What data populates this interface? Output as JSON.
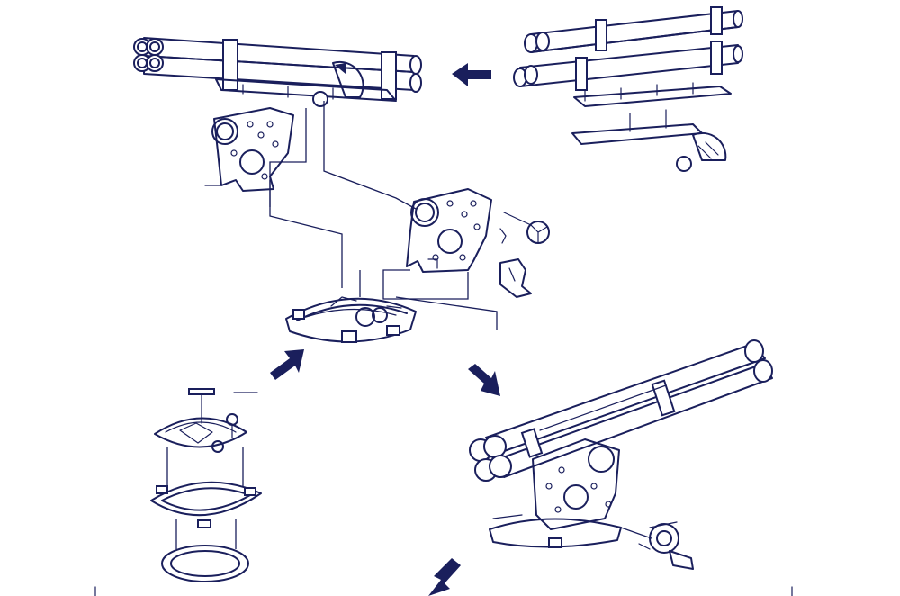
{
  "diagram": {
    "ink_color": "#1a1f5c",
    "background": "#ffffff",
    "arrows": [
      {
        "id": "arrow-to-launcher",
        "direction": "left"
      },
      {
        "id": "arrow-to-turntable",
        "direction": "up-right"
      },
      {
        "id": "arrow-to-assembled",
        "direction": "down-right"
      },
      {
        "id": "arrow-continue",
        "direction": "down-left"
      }
    ]
  }
}
